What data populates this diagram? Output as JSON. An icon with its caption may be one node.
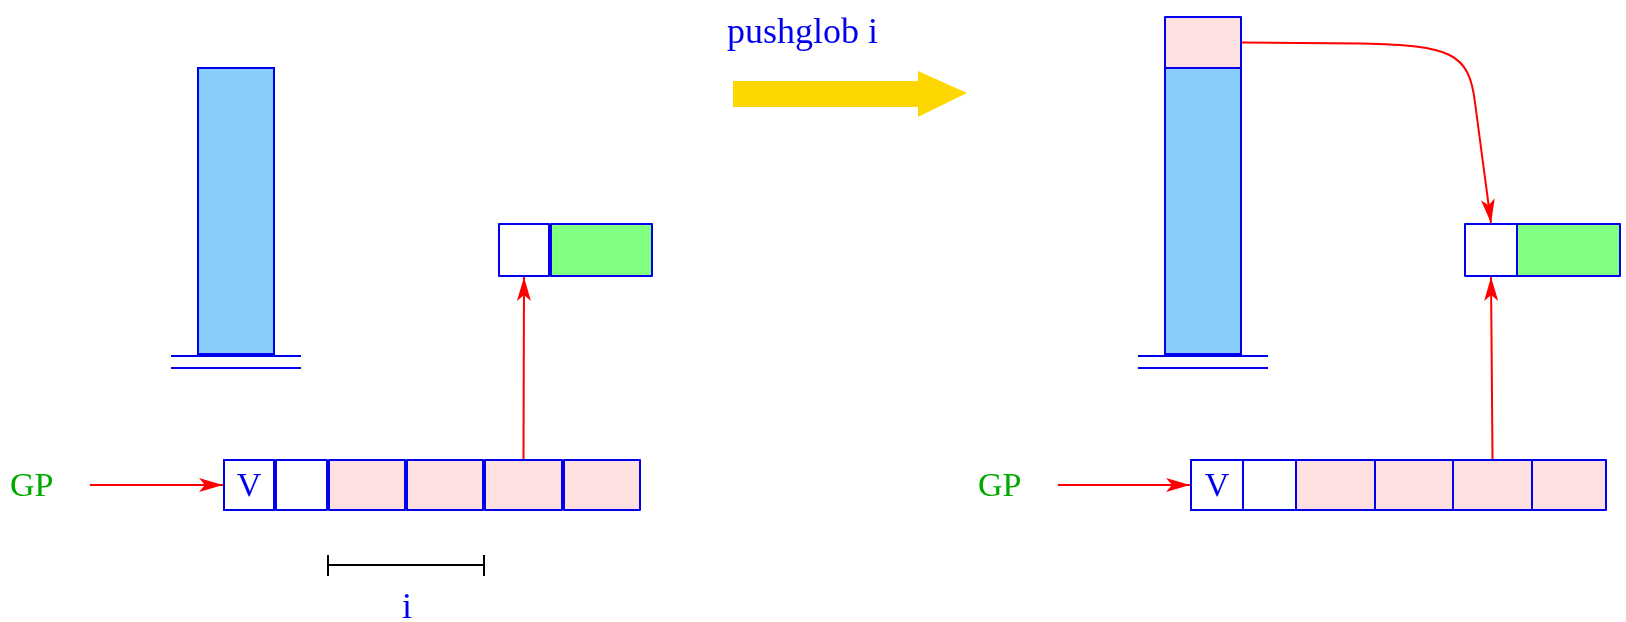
{
  "diagram": {
    "nodes": [
      {
        "text": [
          "GP"
        ]
      },
      {
        "text": [],
        "shape": "bar"
      },
      {
        "text": [],
        "shape": "box"
      },
      {
        "text": [],
        "shape": "box"
      },
      {
        "text": [
          "V"
        ]
      },
      {
        "text": [],
        "shape": "box"
      },
      {
        "text": [],
        "shape": "box"
      },
      {
        "text": [],
        "shape": "box"
      },
      {
        "text": [],
        "shape": "box"
      },
      {
        "text": [],
        "shape": "box"
      },
      {
        "text": [
          "GP"
        ]
      },
      {
        "text": [],
        "shape": "box"
      },
      {
        "text": [],
        "shape": "bar"
      },
      {
        "text": [],
        "shape": "box"
      },
      {
        "text": [],
        "shape": "box"
      },
      {
        "text": [
          "V"
        ]
      },
      {
        "text": [],
        "shape": "box"
      },
      {
        "text": [],
        "shape": "box"
      },
      {
        "text": [],
        "shape": "box"
      },
      {
        "text": [],
        "shape": "box"
      },
      {
        "text": [],
        "shape": "box"
      }
    ],
    "edges": [
      {
        "from": 0,
        "to": 4,
        "arrow": "to"
      },
      {
        "from": 8,
        "to": 2,
        "arrow": "to"
      },
      {
        "from": 11,
        "to": 13,
        "arrow": "to"
      },
      {
        "from": 10,
        "to": 15,
        "arrow": "to"
      },
      {
        "from": 19,
        "to": 13,
        "arrow": "to"
      }
    ],
    "labels": [
      "pushglob i",
      "i"
    ]
  }
}
